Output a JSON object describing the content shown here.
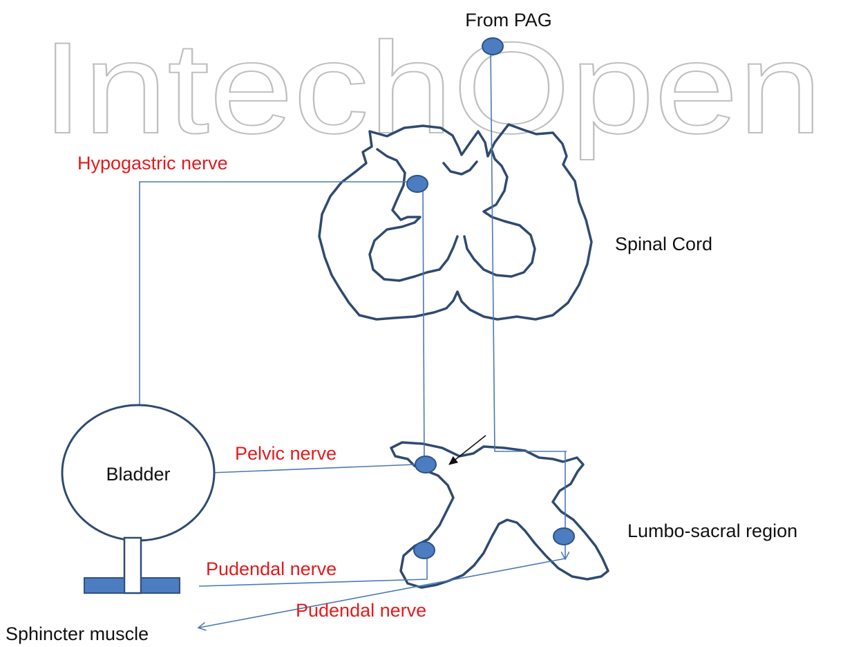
{
  "watermark": "IntechOpen",
  "labels": {
    "from_pag": "From PAG",
    "spinal_cord": "Spinal Cord",
    "hypogastric_nerve": "Hypogastric nerve",
    "pelvic_nerve": "Pelvic nerve",
    "pudendal_nerve_upper": "Pudendal nerve",
    "pudendal_nerve_lower": "Pudendal nerve",
    "lumbo_sacral_region": "Lumbo-sacral region",
    "bladder": "Bladder",
    "sphincter_muscle": "Sphincter muscle"
  },
  "colors": {
    "nerve_label": "#e31a1c",
    "structure_outline": "#2f4a70",
    "nerve_line": "#4a78b4",
    "node_fill": "#4c7dc0",
    "sphincter_fill": "#4c7dc0",
    "watermark": "#bfbfbf"
  }
}
